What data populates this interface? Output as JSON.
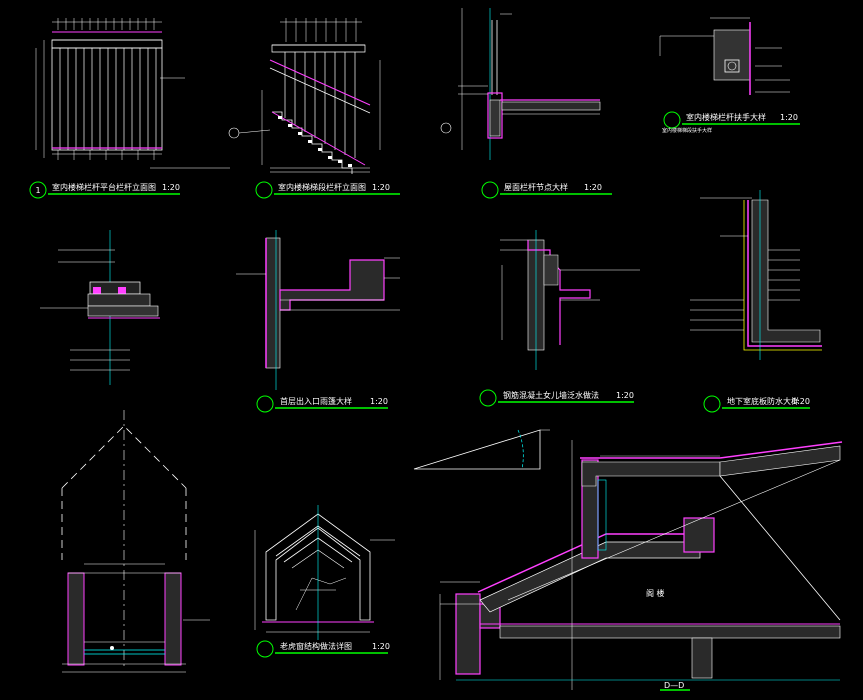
{
  "details": [
    {
      "id": "d1",
      "marker": "1",
      "title": "室内楼梯栏杆平台栏杆立面图",
      "scale": "1:20"
    },
    {
      "id": "d2",
      "marker": "",
      "title": "室内楼梯梯段栏杆立面图",
      "scale": "1:20"
    },
    {
      "id": "d3",
      "marker": "",
      "title": "屋面栏杆节点大样",
      "scale": "1:20"
    },
    {
      "id": "d4",
      "marker": "",
      "title": "室内楼梯栏杆扶手大样",
      "scale": "1:20"
    },
    {
      "id": "d5",
      "marker": "",
      "title": "首层出入口雨篷大样",
      "scale": "1:20"
    },
    {
      "id": "d6",
      "marker": "",
      "title": "钢筋混凝土女儿墙泛水做法",
      "scale": "1:20"
    },
    {
      "id": "d7",
      "marker": "",
      "title": "地下室底板防水大样",
      "scale": "1:20"
    },
    {
      "id": "d8",
      "marker": "",
      "title": "老虎窗结构做法详图",
      "scale": "1:20"
    }
  ],
  "section_label": "D—D",
  "room_label": "阁 楼",
  "d4_note": "室内楼梯梯段扶手大样"
}
